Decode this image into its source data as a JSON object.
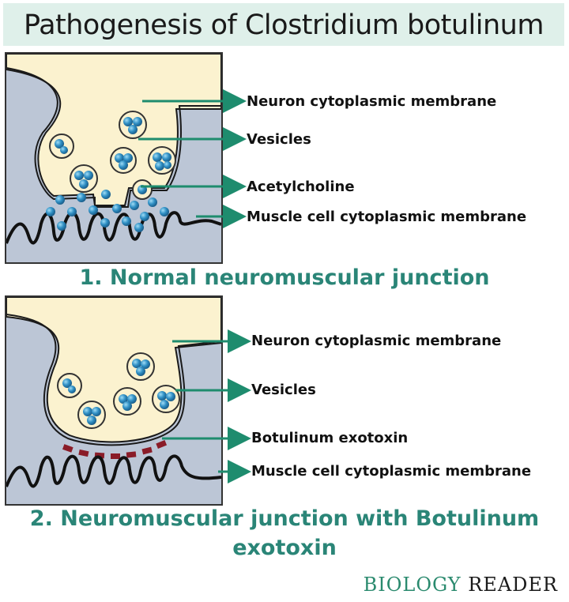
{
  "title": "Pathogenesis of Clostridium botulinum",
  "colors": {
    "title_bg": "#dff0ea",
    "panel_bg": "#bcc6d6",
    "neuron_fill": "#fbf2cf",
    "vesicle_ball": "#2f8fc4",
    "arrow": "#1e8c6e",
    "toxin": "#8a1c28",
    "caption": "#2a8577"
  },
  "panel1": {
    "labels": {
      "neuron": "Neuron cytoplasmic membrane",
      "vesicles": "Vesicles",
      "ach": "Acetylcholine",
      "muscle": "Muscle cell cytoplasmic membrane"
    },
    "caption": "1. Normal neuromuscular junction"
  },
  "panel2": {
    "labels": {
      "neuron": "Neuron cytoplasmic membrane",
      "vesicles": "Vesicles",
      "toxin": "Botulinum exotoxin",
      "muscle": "Muscle cell cytoplasmic membrane"
    },
    "caption_line1": "2. Neuromuscular junction with Botulinum",
    "caption_line2": "exotoxin"
  },
  "brand": {
    "part1": "BIOLOGY",
    "part2": "READER"
  }
}
